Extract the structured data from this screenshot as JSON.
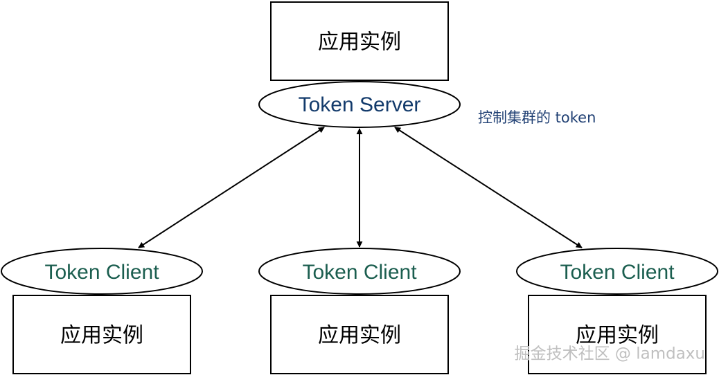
{
  "colors": {
    "server_text": "#123a6b",
    "client_text": "#1b5e4f",
    "note_text": "#1f3f73",
    "watermark": "#bfbfbf"
  },
  "server": {
    "app_label": "应用实例",
    "node_label": "Token Server",
    "note": "控制集群的 token"
  },
  "clients": [
    {
      "node_label": "Token Client",
      "app_label": "应用实例"
    },
    {
      "node_label": "Token Client",
      "app_label": "应用实例"
    },
    {
      "node_label": "Token Client",
      "app_label": "应用实例"
    }
  ],
  "watermark": "掘金技术社区 @ lamdaxu"
}
